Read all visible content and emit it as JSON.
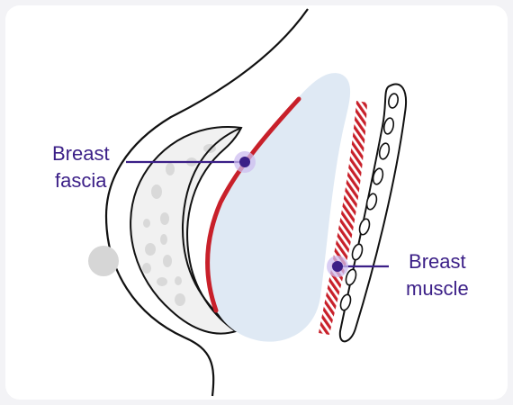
{
  "labels": {
    "breast_fascia": [
      "Breast",
      "fascia"
    ],
    "breast_muscle": [
      "Breast",
      "muscle"
    ]
  },
  "colors": {
    "accent": "#3b1f87",
    "fascia_red": "#c8202a",
    "implant_fill": "#dfe9f4",
    "outline": "#111111",
    "gland_fill": "#f1f1f1",
    "lobule": "#d9d9d9"
  }
}
